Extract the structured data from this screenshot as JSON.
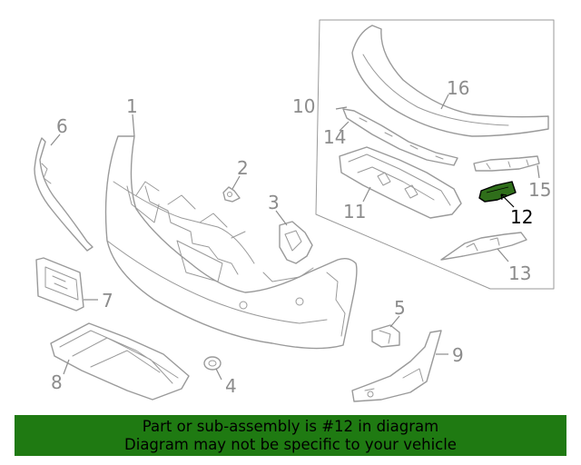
{
  "diagram": {
    "callouts": {
      "c1": "1",
      "c2": "2",
      "c3": "3",
      "c4": "4",
      "c5": "5",
      "c6": "6",
      "c7": "7",
      "c8": "8",
      "c9": "9",
      "c10": "10",
      "c11": "11",
      "c12": "12",
      "c13": "13",
      "c14": "14",
      "c15": "15",
      "c16": "16"
    },
    "highlighted_part": "12",
    "highlight_color": "#2f6e1a"
  },
  "banner": {
    "line1": "Part or sub-assembly is #12 in diagram",
    "line2": "Diagram may not be specific to your vehicle",
    "background": "#1f7a12"
  }
}
